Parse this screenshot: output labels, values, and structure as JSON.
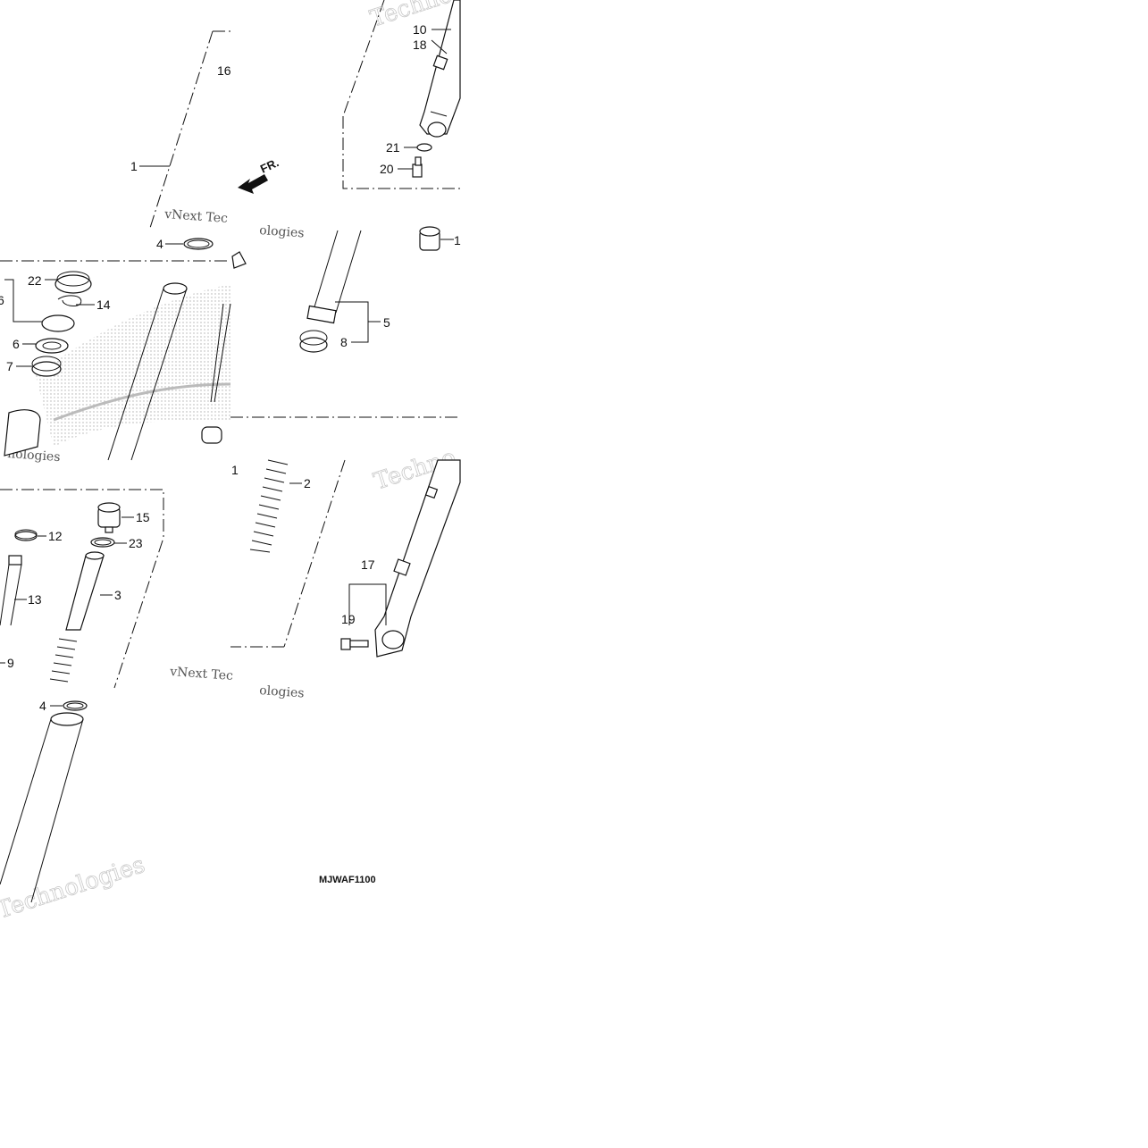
{
  "diagram": {
    "code": "MJWAF1100",
    "direction_label": "FR.",
    "watermarks": {
      "vnext_tec": "vNext Tec",
      "vnext_full": "vNext Tec",
      "ologies": "ologies",
      "nologies": "nologies",
      "techno": "Techno",
      "technologies": "Technologies"
    },
    "callouts": {
      "c1": "1",
      "c2": "2",
      "c3": "3",
      "c4a": "4",
      "c4b": "4",
      "c5": "5",
      "c6a": "6",
      "c6b": "6",
      "c7": "7",
      "c8": "8",
      "c9": "9",
      "c10": "10",
      "c11": "1",
      "c11b": "1",
      "c12": "12",
      "c13": "13",
      "c14": "14",
      "c15": "15",
      "c16": "16",
      "c17": "17",
      "c18": "18",
      "c19": "19",
      "c20": "20",
      "c21": "21",
      "c22": "22",
      "c23": "23"
    }
  }
}
